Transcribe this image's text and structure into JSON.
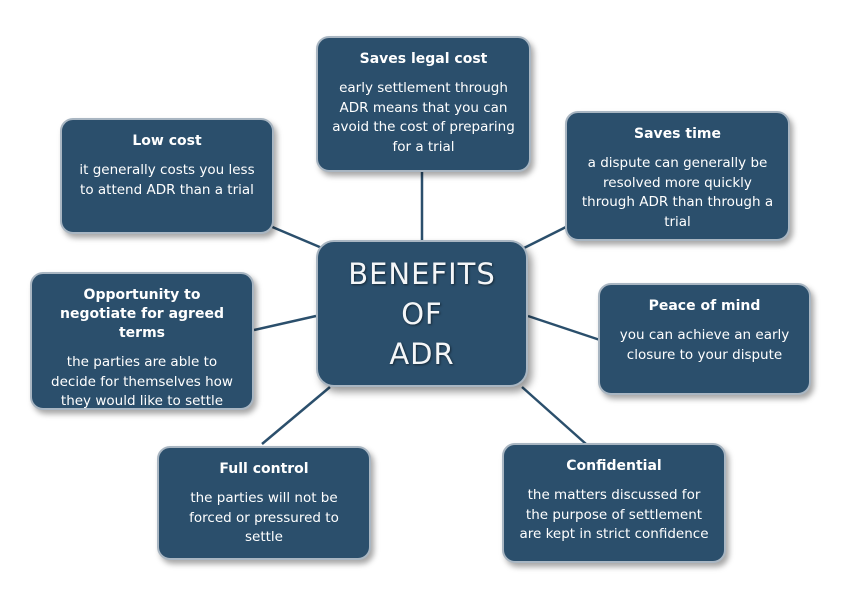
{
  "center": {
    "title": "BENEFITS\nOF\nADR"
  },
  "benefits": [
    {
      "title": "Saves legal cost",
      "text": "early settlement through ADR means that you can avoid the cost of preparing for a trial"
    },
    {
      "title": "Low cost",
      "text": "it generally costs you less to attend ADR than a trial"
    },
    {
      "title": "Saves time",
      "text": "a dispute can generally be resolved more quickly through ADR than through a trial"
    },
    {
      "title": "Opportunity to negotiate for agreed terms",
      "text": "the parties are able to decide for themselves how they would like to settle"
    },
    {
      "title": "Peace of mind",
      "text": "you can achieve an early closure to your dispute"
    },
    {
      "title": "Full control",
      "text": "the parties will not be forced or pressured to settle"
    },
    {
      "title": "Confidential",
      "text": "the matters discussed for the purpose of settlement are kept in strict confidence"
    }
  ],
  "colors": {
    "box_fill": "#2b4f6c",
    "box_border": "#a9b6c2",
    "connector": "#2b4f6c",
    "text": "#ffffff"
  }
}
